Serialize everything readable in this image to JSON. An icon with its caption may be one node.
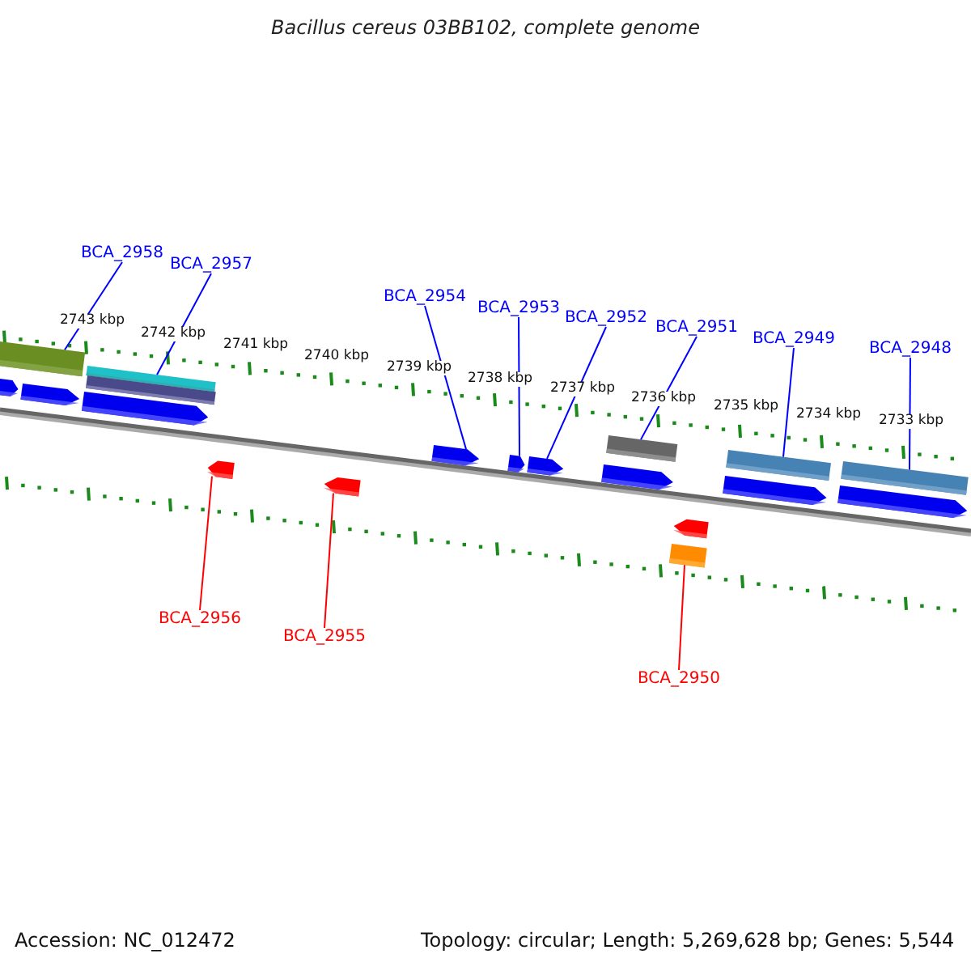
{
  "diagram": {
    "title": "Bacillus cereus 03BB102, complete genome",
    "nodes": [
      {
        "text": [
          "BCA_2958"
        ]
      },
      {
        "text": [
          "BCA_2957"
        ]
      },
      {
        "text": [
          "BCA_2954"
        ]
      },
      {
        "text": [
          "BCA_2953"
        ]
      },
      {
        "text": [
          "BCA_2952"
        ]
      },
      {
        "text": [
          "BCA_2951"
        ]
      },
      {
        "text": [
          "BCA_2949"
        ]
      },
      {
        "text": [
          "BCA_2948"
        ]
      },
      {
        "text": [
          "BCA_2956"
        ]
      },
      {
        "text": [
          "BCA_2955"
        ]
      },
      {
        "text": [
          "BCA_2950"
        ]
      },
      {
        "text": [],
        "shape": "arrow"
      },
      {
        "text": [],
        "shape": "bar"
      },
      {
        "text": [],
        "shape": "arrow"
      },
      {
        "text": [],
        "shape": "arrow"
      },
      {
        "text": [],
        "shape": "bar"
      },
      {
        "text": [],
        "shape": "bar"
      },
      {
        "text": [],
        "shape": "arrow"
      },
      {
        "text": [],
        "shape": "arrow"
      },
      {
        "text": [],
        "shape": "arrow"
      },
      {
        "text": [],
        "shape": "arrow"
      },
      {
        "text": [],
        "shape": "arrow"
      },
      {
        "text": [],
        "shape": "arrow"
      },
      {
        "text": [],
        "shape": "bar"
      },
      {
        "text": [],
        "shape": "bar"
      },
      {
        "text": [],
        "shape": "arrow"
      },
      {
        "text": [],
        "shape": "arrow"
      },
      {
        "text": [],
        "shape": "bar"
      },
      {
        "text": [],
        "shape": "arrow"
      },
      {
        "text": [],
        "shape": "bar"
      }
    ],
    "edges": [
      {
        "from": 0,
        "to": 12,
        "arrow": "none"
      },
      {
        "from": 1,
        "to": 15,
        "arrow": "none"
      },
      {
        "from": 2,
        "to": 19,
        "arrow": "none"
      },
      {
        "from": 3,
        "to": 20,
        "arrow": "none"
      },
      {
        "from": 4,
        "to": 21,
        "arrow": "none"
      },
      {
        "from": 5,
        "to": 23,
        "arrow": "none"
      },
      {
        "from": 6,
        "to": 27,
        "arrow": "none"
      },
      {
        "from": 7,
        "to": 29,
        "arrow": "none"
      },
      {
        "from": 8,
        "to": 17,
        "arrow": "none",
        "color": "#ff0000"
      },
      {
        "from": 9,
        "to": 18,
        "arrow": "none",
        "color": "#ff0000"
      },
      {
        "from": 10,
        "to": 24,
        "arrow": "none",
        "color": "#ff0000"
      }
    ],
    "labels": [
      "2743 kbp",
      "2742 kbp",
      "2741 kbp",
      "2740 kbp",
      "2739 kbp",
      "2738 kbp",
      "2737 kbp",
      "2736 kbp",
      "2735 kbp",
      "2734 kbp",
      "2733 kbp",
      "Accession: NC_012472",
      "Topology: circular; Length: 5,269,628 bp; Genes: 5,544"
    ]
  }
}
